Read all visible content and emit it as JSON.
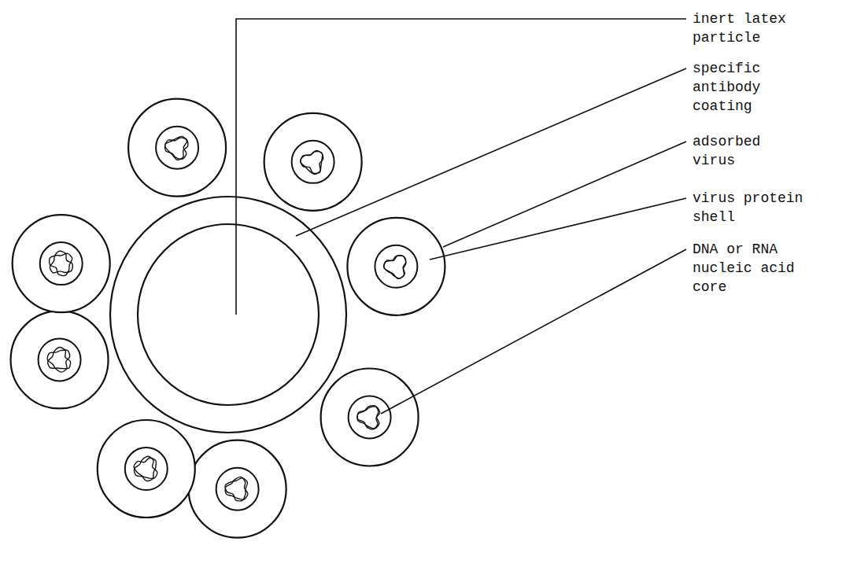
{
  "diagram": {
    "labels": [
      "inert latex particle",
      "specific antibody coating",
      "adsorbed virus",
      "virus protein shell",
      "DNA or RNA nucleic acid core"
    ]
  }
}
